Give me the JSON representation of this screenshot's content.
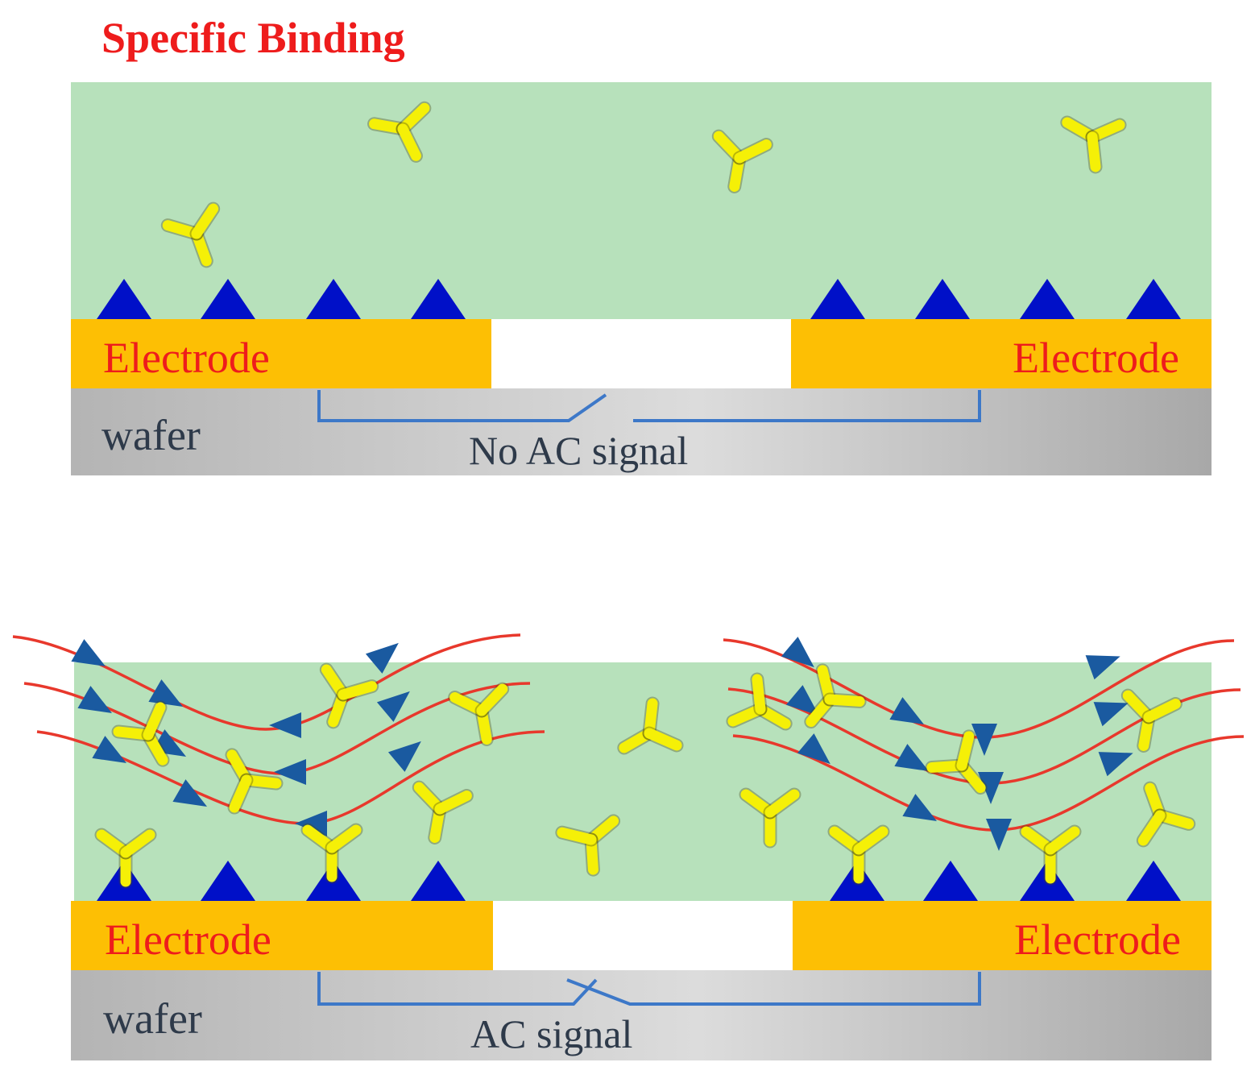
{
  "title": "Specific Binding",
  "colors": {
    "title": "#ee1c1c",
    "medium": "#b7e1bb",
    "electrode": "#fdbf04",
    "electrode_text": "#ee1c1c",
    "wafer": "#c8c8c8",
    "wafer_text": "#2e3a4a",
    "probe": "#0010c8",
    "antibody": "#f5f007",
    "circuit": "#3d78c8",
    "field_line": "#e8382c",
    "field_arrow": "#1a5aa0"
  },
  "panels": [
    {
      "id": "top",
      "left_electrode_label": "Electrode",
      "right_electrode_label": "Electrode",
      "wafer_label": "wafer",
      "signal_label": "No AC signal",
      "switch": "open"
    },
    {
      "id": "bottom",
      "left_electrode_label": "Electrode",
      "right_electrode_label": "Electrode",
      "wafer_label": "wafer",
      "signal_label": "AC signal",
      "switch": "closed"
    }
  ]
}
